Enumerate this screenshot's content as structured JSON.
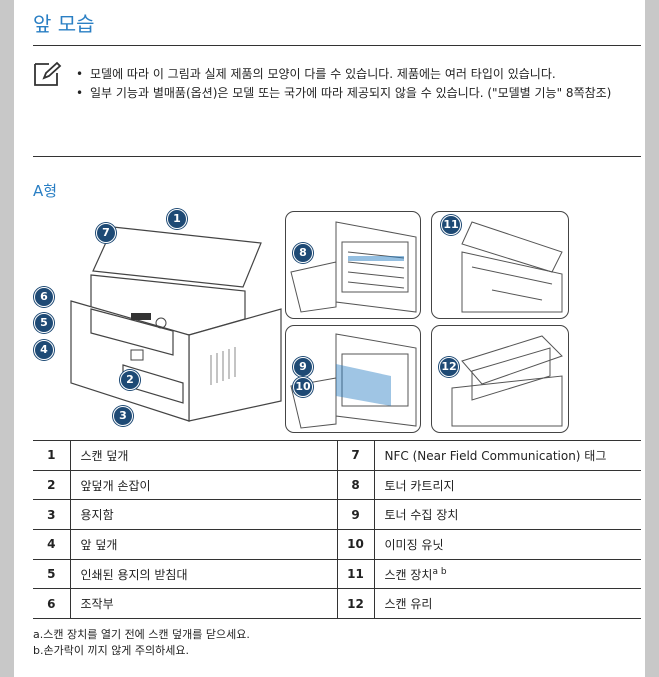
{
  "title": "앞 모습",
  "notes": [
    "모델에 따라 이 그림과 실제 제품의 모양이 다를 수 있습니다. 제품에는 여러 타입이 있습니다.",
    "일부 기능과 별매품(옵션)은 모델 또는 국가에 따라 제공되지 않을 수 있습니다. (\"모델별 기능\" 8쪽참조)"
  ],
  "subtitle": "A형",
  "callouts": [
    "1",
    "2",
    "3",
    "4",
    "5",
    "6",
    "7",
    "8",
    "9",
    "10",
    "11",
    "12"
  ],
  "rows": [
    {
      "n1": "1",
      "l1": "스캔 덮개",
      "n2": "7",
      "l2": "NFC (Near Field Communication) 태그",
      "sup2": ""
    },
    {
      "n1": "2",
      "l1": "앞덮개 손잡이",
      "n2": "8",
      "l2": "토너 카트리지",
      "sup2": ""
    },
    {
      "n1": "3",
      "l1": "용지함",
      "n2": "9",
      "l2": "토너 수집 장치",
      "sup2": ""
    },
    {
      "n1": "4",
      "l1": "앞 덮개",
      "n2": "10",
      "l2": "이미징 유닛",
      "sup2": ""
    },
    {
      "n1": "5",
      "l1": "인쇄된 용지의 받침대",
      "n2": "11",
      "l2": "스캔 장치",
      "sup2": "a b"
    },
    {
      "n1": "6",
      "l1": "조작부",
      "n2": "12",
      "l2": "스캔 유리",
      "sup2": ""
    }
  ],
  "footnotes": [
    "a.스캔 장치를 열기 전에 스캔 덮개를 닫으세요.",
    "b.손가락이 끼지 않게 주의하세요."
  ],
  "colors": {
    "accent": "#2a7fc4",
    "callout": "#1e4a75"
  }
}
